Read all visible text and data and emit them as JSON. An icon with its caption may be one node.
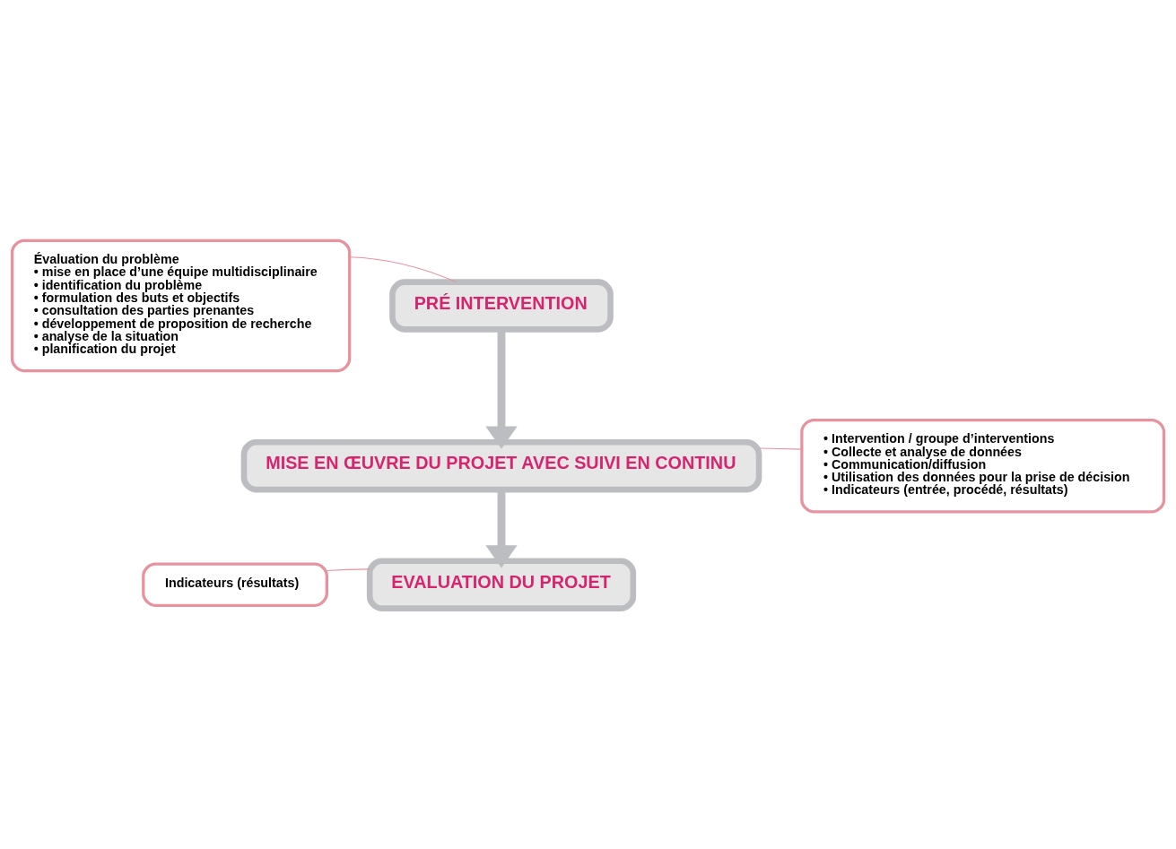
{
  "diagram": {
    "nodes": [
      {
        "text": [
          "PRÉ INTERVENTION"
        ]
      },
      {
        "text": [
          "MISE EN ŒUVRE DU PROJET AVEC SUIVI EN CONTINU"
        ]
      },
      {
        "text": [
          "EVALUATION DU PROJET"
        ]
      },
      {
        "text": [
          "Évaluation du problème",
          "• mise en place d’une équipe multidisciplinaire",
          "• identification du problème",
          "• formulation des buts et objectifs",
          "• consultation des parties prenantes",
          "• développement de proposition de recherche",
          "• analyse de la situation",
          "• planification du projet"
        ]
      },
      {
        "text": [
          "• Intervention / groupe d’interventions",
          "• Collecte et analyse de données",
          "• Communication/diffusion",
          "• Utilisation des données pour la prise de décision",
          "• Indicateurs (entrée, procédé, résultats)"
        ]
      },
      {
        "text": [
          "Indicateurs (résultats)"
        ]
      }
    ],
    "edges": [
      {
        "from": 0,
        "to": 1,
        "arrow": "to",
        "style": "thick",
        "color": "#bcbdc0"
      },
      {
        "from": 1,
        "to": 2,
        "arrow": "to",
        "style": "thick",
        "color": "#bcbdc0"
      },
      {
        "from": 3,
        "to": 0,
        "arrow": "none"
      },
      {
        "from": 4,
        "to": 1,
        "arrow": "none"
      },
      {
        "from": 5,
        "to": 2,
        "arrow": "none"
      }
    ]
  }
}
